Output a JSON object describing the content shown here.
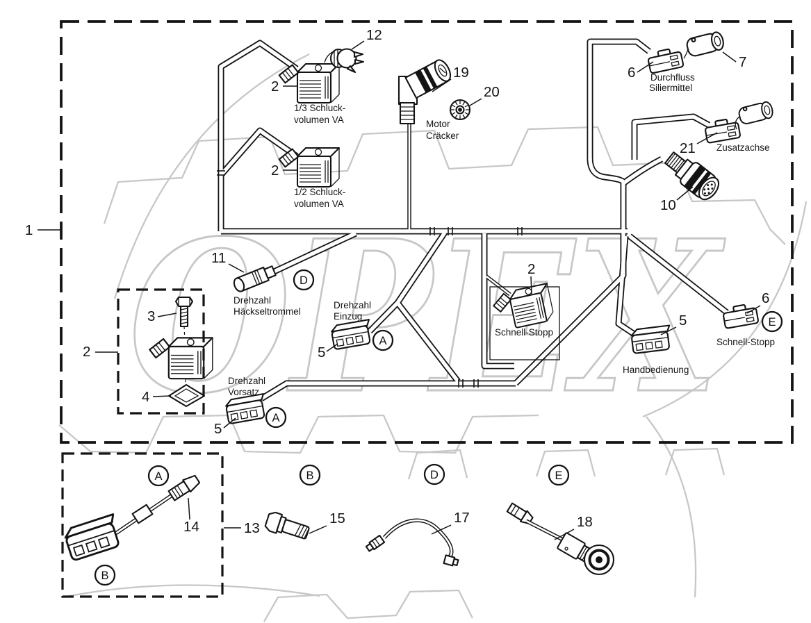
{
  "labels": {
    "n1": "1",
    "n2": "2",
    "n3": "3",
    "n4": "4",
    "n5": "5",
    "n6": "6",
    "n7": "7",
    "n10": "10",
    "n11": "11",
    "n12": "12",
    "n13": "13",
    "n14": "14",
    "n15": "15",
    "n17": "17",
    "n18": "18",
    "n19": "19",
    "n20": "20",
    "n21": "21"
  },
  "captions": {
    "schluck13_1": "1/3 Schluck-",
    "schluck13_2": "volumen VA",
    "schluck12_1": "1/2 Schluck-",
    "schluck12_2": "volumen VA",
    "motor_1": "Motor",
    "motor_2": "Cräcker",
    "durchfluss_1": "Durchfluss",
    "durchfluss_2": "Siliermittel",
    "zusatzachse": "Zusatzachse",
    "haecksel_1": "Drehzahl",
    "haecksel_2": "Häckseltrommel",
    "einzug_1": "Drehzahl",
    "einzug_2": "Einzug",
    "schnellstopp_mid": "Schnell-Stopp",
    "handbedienung": "Handbedienung",
    "schnellstopp_right": "Schnell-Stopp",
    "vorsatz_1": "Drehzahl",
    "vorsatz_2": "Vorsatz"
  },
  "balloons": {
    "a": "A",
    "b": "B",
    "d": "D",
    "e": "E"
  },
  "watermark": {
    "text": "OPEX"
  },
  "colors": {
    "line": "#141414",
    "watermark": "#c7c7c7",
    "background": "#ffffff"
  }
}
